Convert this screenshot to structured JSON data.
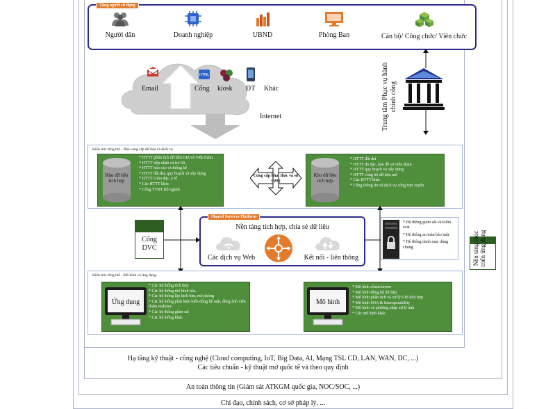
{
  "users": {
    "tag": "Tầng người sử dụng",
    "items": [
      "Người dân",
      "Doanh nghiệp",
      "UBND",
      "Phòng Ban",
      "Cán bộ/ Công chức/ Viên chức"
    ]
  },
  "channels": {
    "items": [
      "Email",
      "Cổng",
      "kiosk",
      "ĐT",
      "Khác"
    ],
    "internet": "Internet"
  },
  "gov_center": "Trung tâm Phục vụ hành chính công",
  "services_arch": {
    "title": "Kiến trúc tổng thể - Nhà cung cấp dữ liệu và dịch vụ",
    "left_db": "Kho dữ liệu tích hợp",
    "left_list": [
      "* HTTT phân tích dữ liệu GIS và Viễn thám",
      "* HTTT tiếp nhận và trả lời",
      "* HTTT báo cáo và thống kê",
      "* HTTT đất đai, quy hoạch và xây dựng",
      "* HTTT Giáo dục, y tế",
      "* Các HTTT khác",
      "* Cổng TTĐT Bộ ngành"
    ],
    "middle": "Cung cấp khai thác và sử dụng",
    "right_db": "Kho dữ liệu tích hợp",
    "right_list": [
      "* HTTT đất đai",
      "* HTTT đo đạc, bản đồ và viễn thám",
      "* HTTT quy hoạch và xây dựng",
      "* HTTT công bố dữ liệu mở",
      "* Các HTTT khác",
      "* Cổng thông tin và dịch vụ công trực tuyến"
    ]
  },
  "dvc": "Cổng DVC",
  "ssp": {
    "tag": "Shared Services Platform",
    "title": "Nền tảng tích hợp, chia sẻ dữ liệu",
    "left": "Các dịch vụ Web",
    "right": "Kết nối - liên thông"
  },
  "security_panel": {
    "list": [
      "* Hệ thống giám sát và kiểm soát",
      "* Hệ thống an toàn bảo mật",
      "* Hệ thống danh mục dùng chung"
    ]
  },
  "side_label": "Nền tảng thúc triển ứng dụng",
  "apps_arch": {
    "title": "Kiến trúc tổng thể - Mô hình và ứng dụng",
    "left_label": "Ứng dụng",
    "left_list": [
      "* Các hệ thống tích hợp",
      "* Các hệ thống mô hình hóa",
      "* Các hệ thống lập kịch bản, mô phỏng",
      "* Các hệ thống phát hiện biến động bề mặt, dùng ảnh viễn thám realtime",
      "* Các hệ thống giám sát",
      "* Các hệ thống khác"
    ],
    "right_label": "Mô hình",
    "right_list": [
      "* Mô hình client/server",
      "* Mô hình đồng bộ dữ liệu",
      "* Mô hình phân tích và xử lý GIS tích hợp",
      "* Mô hình SOA & Interoperability",
      "* Mô hình và phương pháp xử lý ảnh",
      "* Các mô hình khác"
    ]
  },
  "infra_line1": "Hạ tầng kỹ thuật - công nghệ (Cloud computing, IoT, Big Data, AI, Mạng TSL CD, LAN, WAN, DC, ...)",
  "infra_line2": "Các tiêu chuẩn - kỹ thuật mở quốc tế và theo quy định",
  "security_line": "An toàn thông tin (Giám sát ATKGM quốc gia, NOC/SOC, ...)",
  "policy_line": "Chỉ đạo, chính sách, cơ sở pháp lý, ...",
  "colors": {
    "navy": "#2c2a8c",
    "green": "#4f8f3c",
    "orange": "#e37b2c",
    "light_blue": "#9fb3d6"
  }
}
